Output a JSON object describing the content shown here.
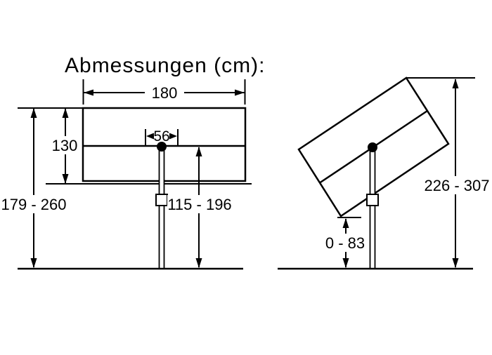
{
  "title": "Abmessungen (cm):",
  "colors": {
    "panel_front": "#b3b3b3",
    "panel_tilted": "#e3e3e3",
    "line": "#000000",
    "background": "#ffffff"
  },
  "front_view": {
    "width_label": "180",
    "panel_height_label": "130",
    "pole_offset_label": "56",
    "total_height_label": "179 - 260",
    "hub_height_label": "115 - 196"
  },
  "tilted_view": {
    "total_height_label": "226 - 307",
    "clearance_label": "0 - 83"
  }
}
